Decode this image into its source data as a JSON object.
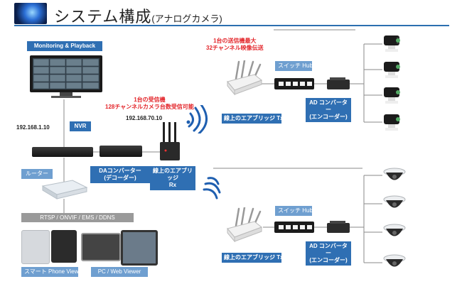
{
  "title": {
    "main": "システム構成",
    "sub": "(アナログカメラ)"
  },
  "labels": {
    "monitoring": "Monitoring & Playback",
    "nvr": "NVR",
    "router": "ルーター",
    "da_converter": "DAコンバーター\n(デコーダー)",
    "rx": "線上のエアブリッジ\nRx",
    "tx_top": "線上のエアブリッジ Tx",
    "tx_bottom": "線上のエアブリッジ Tx",
    "switch_top": "スイッチ Hub",
    "switch_bottom": "スイッチ Hub",
    "ad_top": "AD コンバーター\n(エンコーダー)",
    "ad_bottom": "AD コンバーター\n(エンコーダー)",
    "protocols": "RTSP / ONVIF / EMS / DDNS",
    "smartphone": "スマート Phone View",
    "pc": "PC / Web Viewer"
  },
  "ips": {
    "nvr_ip": "192.168.1.10",
    "rx_ip": "192.168.70.10"
  },
  "notes": {
    "receiver": "1台の受信機\n128チャンネルカメラ台数受信可能",
    "transmitter": "1台の送信機最大\n32チャンネル映像伝送"
  },
  "icons": {
    "logo": "globe-logo-icon",
    "wifi": "wifi-signal-icon",
    "bullet_camera": "bullet-camera-icon",
    "dome_camera": "dome-camera-icon"
  },
  "colors": {
    "label_blue": "#2f6fb3",
    "note_red": "#e3262b",
    "wifi_blue": "#1f5fb0"
  }
}
